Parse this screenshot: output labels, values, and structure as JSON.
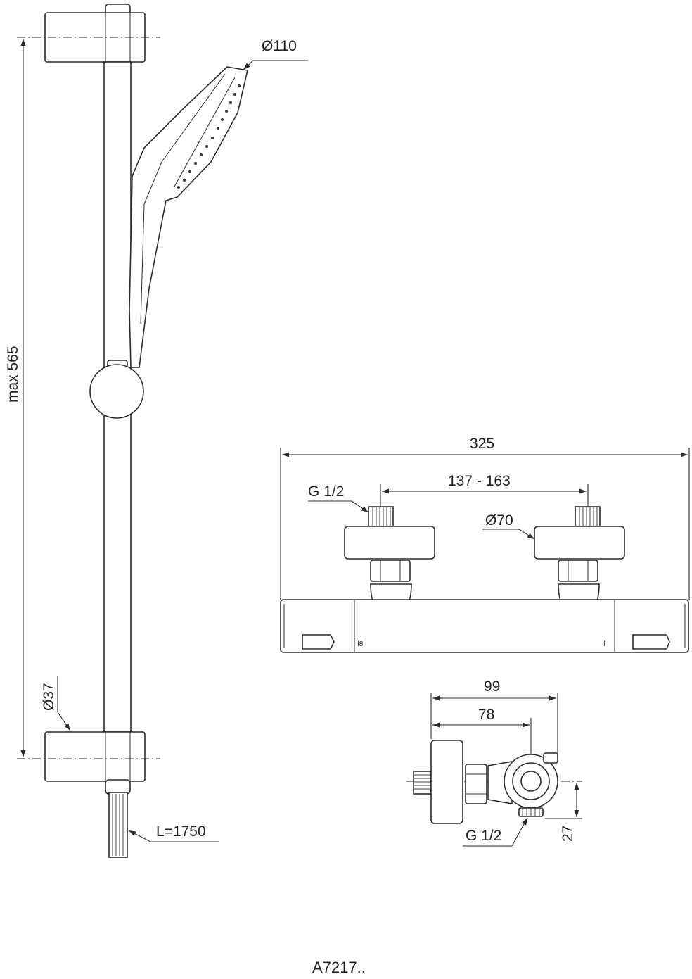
{
  "labels": {
    "shower_head_diameter": "Ø110",
    "rail_length": "max 565",
    "rail_diameter": "Ø37",
    "hose_length": "L=1750",
    "mixer_width": "325",
    "inlet_spacing": "137 - 163",
    "inlet_thread_front": "G 1/2",
    "escutcheon_diameter": "Ø70",
    "side_depth_total": "99",
    "side_depth_axis": "78",
    "outlet_thread": "G 1/2",
    "outlet_offset": "27"
  },
  "model_code": "A7217.."
}
